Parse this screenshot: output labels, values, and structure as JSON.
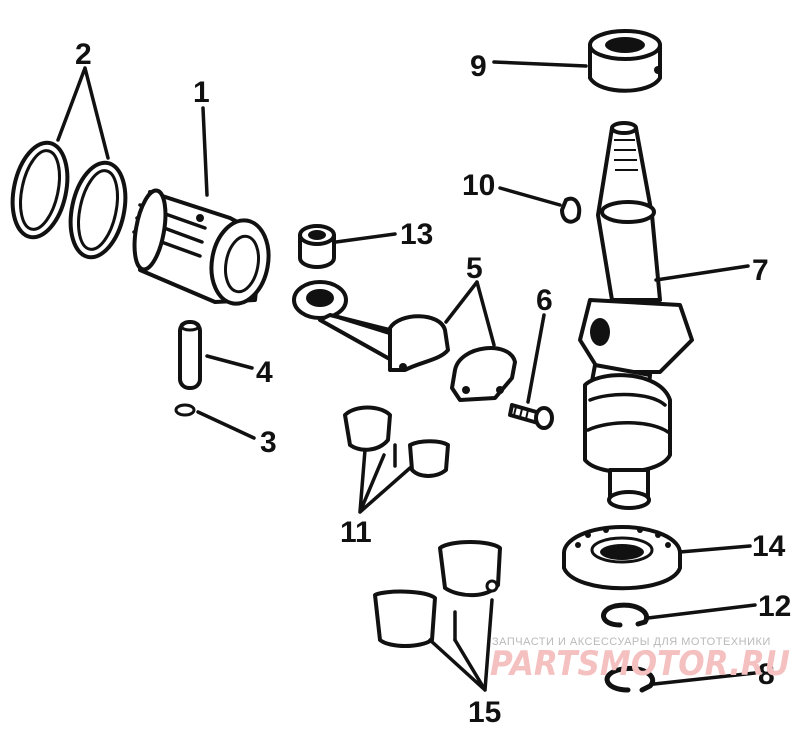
{
  "callouts": {
    "c1": "1",
    "c2": "2",
    "c3": "3",
    "c4": "4",
    "c5": "5",
    "c6": "6",
    "c7": "7",
    "c8": "8",
    "c9": "9",
    "c10": "10",
    "c11": "11",
    "c12": "12",
    "c13": "13",
    "c14": "14",
    "c15": "15"
  },
  "watermark": {
    "tagline": "ЗАПЧАСТИ И АКСЕССУАРЫ ДЛЯ МОТОТЕХНИКИ",
    "logo": "PARTSMOTOR.RU"
  },
  "colors": {
    "ink": "#111111",
    "background": "#ffffff",
    "watermark_logo": "#f4c0c0",
    "watermark_text": "#b9b9b9"
  }
}
